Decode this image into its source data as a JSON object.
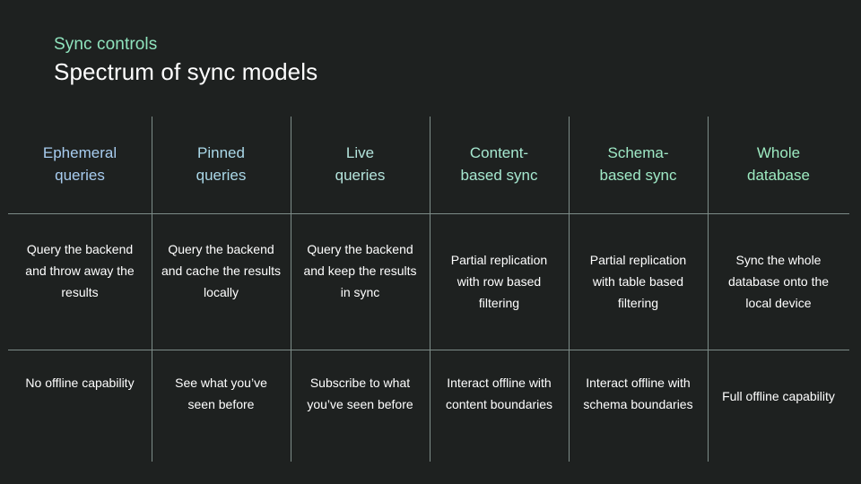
{
  "slide": {
    "eyebrow": "Sync controls",
    "headline": "Spectrum of sync models",
    "background_color": "#1e2120",
    "grid_line_color": "#7d8c88",
    "body_text_color": "#ffffff"
  },
  "columns": [
    {
      "header_line1": "Ephemeral",
      "header_line2": "queries",
      "header_color": "#a8cdf0",
      "description": "Query the backend and throw away the results",
      "capability": "No offline capability"
    },
    {
      "header_line1": "Pinned",
      "header_line2": "queries",
      "header_color": "#aad8e8",
      "description": "Query the backend and cache the results locally",
      "capability": "See what you’ve seen before"
    },
    {
      "header_line1": "Live",
      "header_line2": "queries",
      "header_color": "#b4e4dc",
      "description": "Query the backend and keep the results in sync",
      "capability": "Subscribe to what you’ve seen before"
    },
    {
      "header_line1": "Content-",
      "header_line2": "based sync",
      "header_color": "#a6e8d0",
      "description": "Partial replication with row based filtering",
      "capability": "Interact offline with content boundaries"
    },
    {
      "header_line1": "Schema-",
      "header_line2": "based sync",
      "header_color": "#9fe9c6",
      "description": "Partial replication with table based filtering",
      "capability": "Interact offline with schema boundaries"
    },
    {
      "header_line1": "Whole",
      "header_line2": "database",
      "header_color": "#9ceac0",
      "description": "Sync the whole database onto the local device",
      "capability": "Full offline capability"
    }
  ]
}
